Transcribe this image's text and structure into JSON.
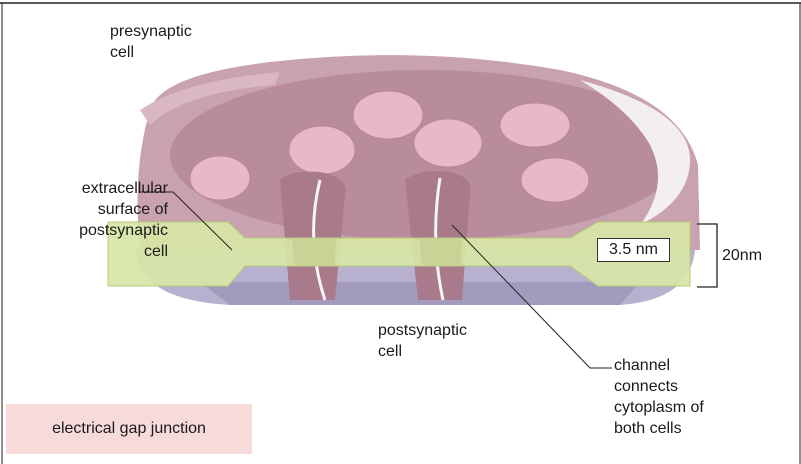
{
  "labels": {
    "presynaptic": [
      "presynaptic",
      "cell"
    ],
    "extracellular": [
      "extracellular",
      "surface of",
      "postsynaptic",
      "cell"
    ],
    "postsynaptic": [
      "postsynaptic",
      "cell"
    ],
    "channel": [
      "channel",
      "connects",
      "cytoplasm of",
      "both cells"
    ],
    "gap_width": "3.5 nm",
    "membrane_width": "20nm",
    "caption": "electrical gap junction"
  },
  "colors": {
    "presynaptic_membrane": "#c9a2b0",
    "membrane_shadow": "#a87a8c",
    "vesicle": "#e8b8c8",
    "gap_band": "#d7e6a6",
    "gap_band_edge": "#b6cc73",
    "postsynaptic_membrane": "#b7b0cf",
    "caption_bg": "#f7dada"
  }
}
